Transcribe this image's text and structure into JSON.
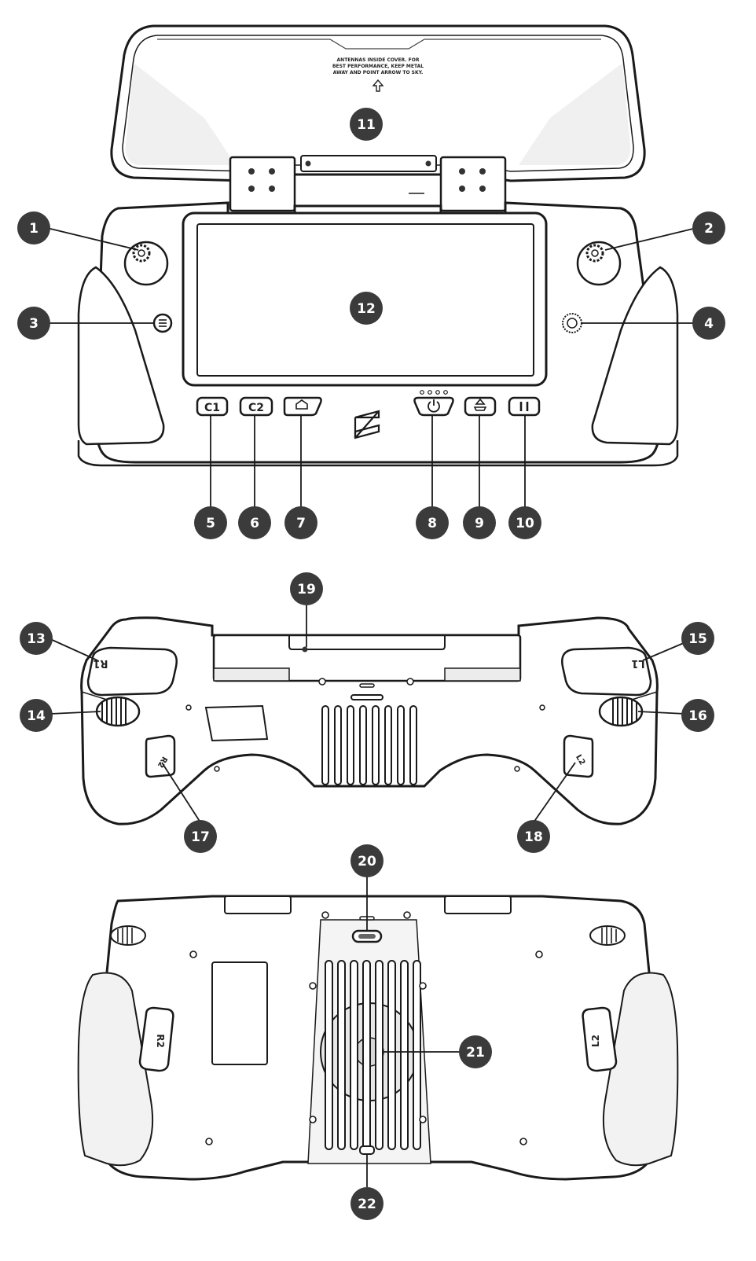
{
  "callouts": {
    "c1": "1",
    "c2": "2",
    "c3": "3",
    "c4": "4",
    "c5": "5",
    "c6": "6",
    "c7": "7",
    "c8": "8",
    "c9": "9",
    "c10": "10",
    "c11": "11",
    "c12": "12",
    "c13": "13",
    "c14": "14",
    "c15": "15",
    "c16": "16",
    "c17": "17",
    "c18": "18",
    "c19": "19",
    "c20": "20",
    "c21": "21",
    "c22": "22"
  },
  "labels": {
    "c1_button": "C1",
    "c2_button": "C2",
    "r1": "R1",
    "l1": "L1",
    "r2": "R2",
    "l2": "L2",
    "antenna_note_line1": "ANTENNAS INSIDE COVER. FOR",
    "antenna_note_line2": "BEST PERFORMANCE, KEEP METAL",
    "antenna_note_line3": "AWAY AND POINT ARROW TO SKY."
  },
  "colors": {
    "callout_fill": "#3b3b3b",
    "outline": "#1a1a1a",
    "body": "#ffffff",
    "shadow": "#e6e6e6"
  },
  "icons": {
    "home_button": "home-icon",
    "power_button": "power-icon",
    "rth_button": "return-home-icon",
    "pause_button": "pause-icon",
    "menu_button": "menu-icon",
    "dial_button": "dial-icon"
  }
}
